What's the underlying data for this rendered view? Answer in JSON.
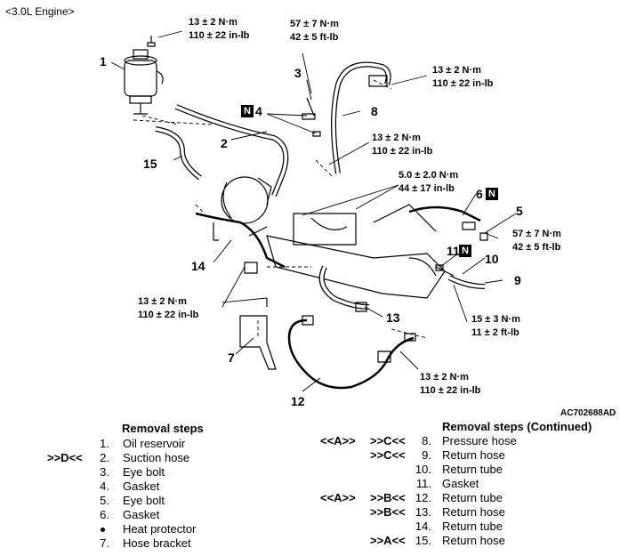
{
  "header": {
    "engine_label": "<3.0L Engine>"
  },
  "figure_id": "AC702688AD",
  "torque_specs": [
    {
      "name": "torque-top-left",
      "line1": "13 ± 2 N·m",
      "line2": "110 ± 22 in-lb"
    },
    {
      "name": "torque-top-center",
      "line1": "57 ± 7 N·m",
      "line2": "42 ± 5 ft-lb"
    },
    {
      "name": "torque-top-right",
      "line1": "13 ± 2 N·m",
      "line2": "110 ± 22 in-lb"
    },
    {
      "name": "torque-mid-center",
      "line1": "13 ± 2 N·m",
      "line2": "110 ± 22 in-lb"
    },
    {
      "name": "torque-mid-5",
      "line1": "5.0 ± 2.0 N·m",
      "line2": "44 ± 17 in-lb"
    },
    {
      "name": "torque-right-57",
      "line1": "57 ± 7 N·m",
      "line2": "42 ± 5 ft-lb"
    },
    {
      "name": "torque-bottom-left",
      "line1": "13 ± 2 N·m",
      "line2": "110 ± 22 in-lb"
    },
    {
      "name": "torque-right-15",
      "line1": "15 ± 3 N·m",
      "line2": "11 ± 2 ft-lb"
    },
    {
      "name": "torque-bottom-right",
      "line1": "13 ± 2 N·m",
      "line2": "110 ± 22 in-lb"
    }
  ],
  "callouts": [
    "1",
    "2",
    "3",
    "4",
    "5",
    "6",
    "7",
    "8",
    "9",
    "10",
    "11",
    "12",
    "13",
    "14",
    "15"
  ],
  "n_mark": "N",
  "removal_steps": {
    "title": "Removal steps",
    "items": [
      {
        "num": "1.",
        "name": "Oil reservoir",
        "mark": ""
      },
      {
        "num": "2.",
        "name": "Suction hose",
        "mark": ">>D<<"
      },
      {
        "num": "3.",
        "name": "Eye bolt",
        "mark": ""
      },
      {
        "num": "4.",
        "name": "Gasket",
        "mark": ""
      },
      {
        "num": "5.",
        "name": "Eye bolt",
        "mark": ""
      },
      {
        "num": "6.",
        "name": "Gasket",
        "mark": ""
      },
      {
        "num": "",
        "name": "Heat protector",
        "mark": ""
      },
      {
        "num": "7.",
        "name": "Hose bracket",
        "mark": ""
      }
    ]
  },
  "removal_steps_continued": {
    "title": "Removal steps (Continued)",
    "items": [
      {
        "num": "8.",
        "name": "Pressure hose",
        "mark1": "<<A>>",
        "mark2": ">>C<<"
      },
      {
        "num": "9.",
        "name": "Return hose",
        "mark1": "",
        "mark2": ">>C<<"
      },
      {
        "num": "10.",
        "name": "Return tube",
        "mark1": "",
        "mark2": ""
      },
      {
        "num": "11.",
        "name": "Gasket",
        "mark1": "",
        "mark2": ""
      },
      {
        "num": "12.",
        "name": "Return tube",
        "mark1": "<<A>>",
        "mark2": ">>B<<"
      },
      {
        "num": "13.",
        "name": "Return hose",
        "mark1": "",
        "mark2": ">>B<<"
      },
      {
        "num": "14.",
        "name": "Return tube",
        "mark1": "",
        "mark2": ""
      },
      {
        "num": "15.",
        "name": "Return hose",
        "mark1": "",
        "mark2": ">>A<<"
      }
    ]
  }
}
